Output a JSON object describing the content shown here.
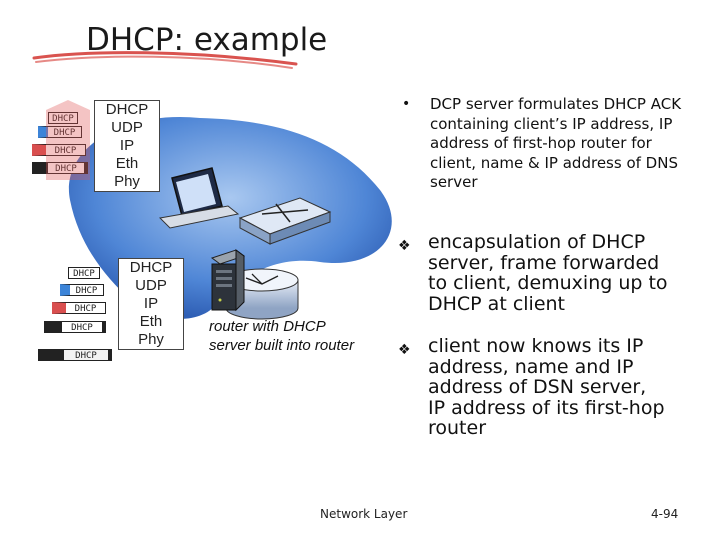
{
  "slide": {
    "title": "DHCP: example",
    "footer_left": "Network Layer",
    "footer_right": "4-94"
  },
  "client": {
    "packet_label": "DHCP",
    "stack": [
      "DHCP",
      "UDP",
      "IP",
      "Eth",
      "Phy"
    ]
  },
  "server": {
    "packet_label": "DHCP",
    "stack": [
      "DHCP",
      "UDP",
      "IP",
      "Eth",
      "Phy"
    ],
    "caption": "router with DHCP server built into router"
  },
  "bullets": [
    {
      "marker": "•",
      "text": "DCP server formulates DHCP ACK containing client’s IP address, IP address of first-hop router for client, name & IP address of DNS server"
    },
    {
      "marker": "❖",
      "text": "encapsulation of DHCP server, frame forwarded to client, demuxing up to DHCP at client"
    },
    {
      "marker": "❖",
      "text": "client now knows its IP address, name and IP address of DSN server, IP address of its first-hop router"
    }
  ],
  "colors": {
    "underline": "#d9534f",
    "blob": "#2f6fd0",
    "packet_red": "#d94f4f"
  }
}
